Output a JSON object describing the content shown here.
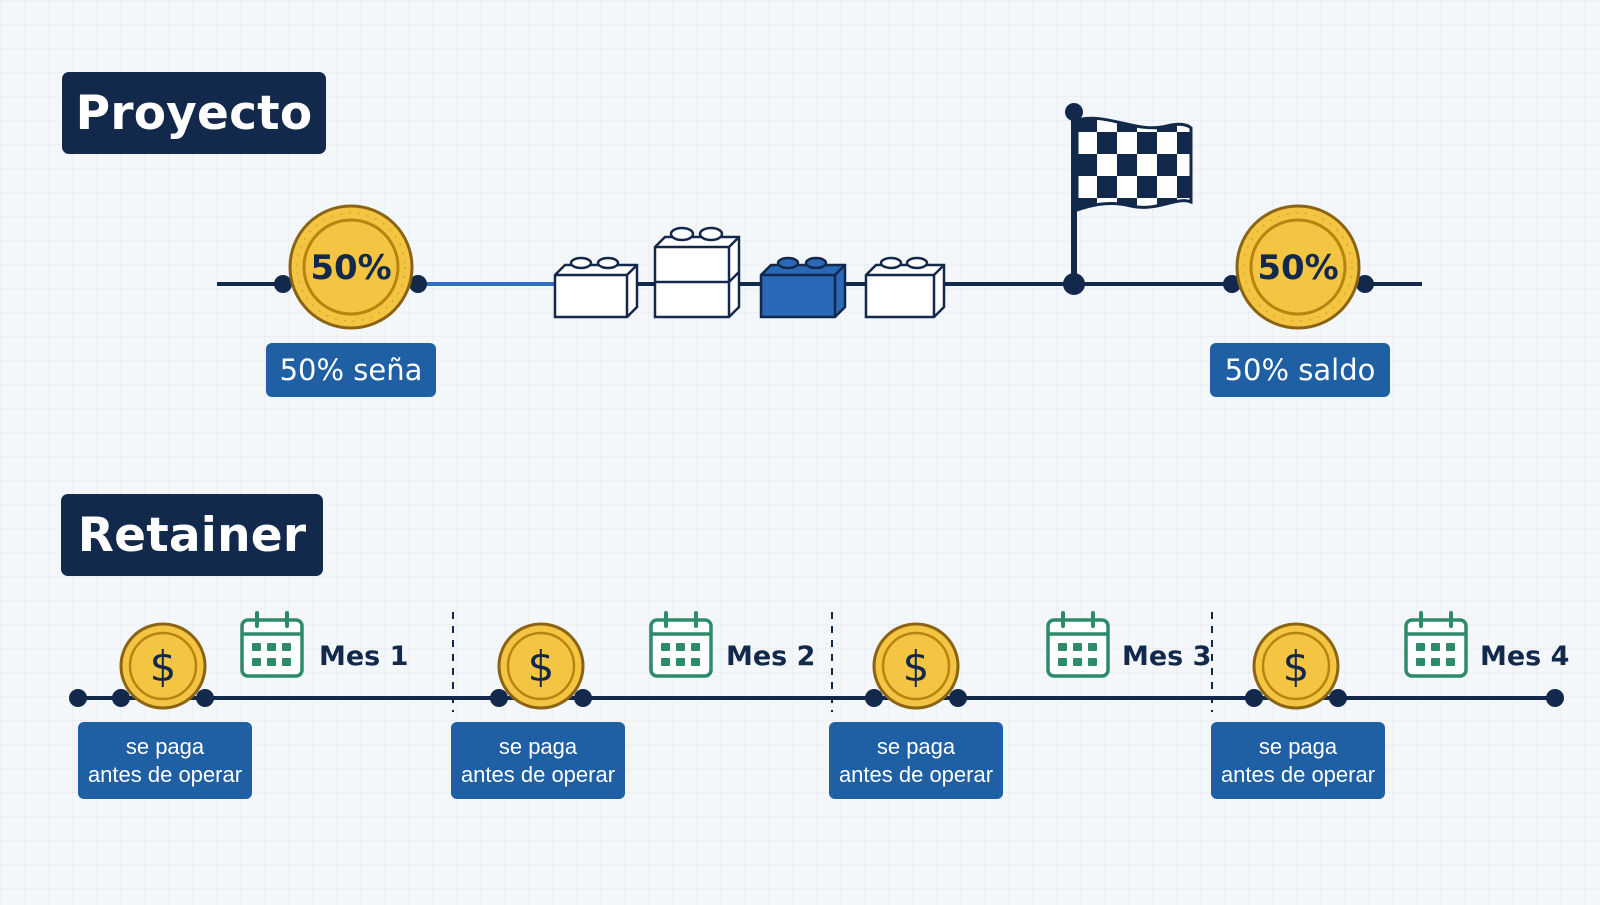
{
  "project": {
    "title": "Proyecto",
    "coin_start_text": "50%",
    "coin_end_text": "50%",
    "deposit_label": "50% seña",
    "balance_label": "50% saldo",
    "blocks": [
      "white",
      "white-tall",
      "blue",
      "white"
    ],
    "finish_icon": "checkered-flag-icon"
  },
  "retainer": {
    "title": "Retainer",
    "coin_text": "$",
    "months": [
      {
        "label": "Mes 1",
        "pay_line1": "se paga",
        "pay_line2": "antes de operar"
      },
      {
        "label": "Mes 2",
        "pay_line1": "se paga",
        "pay_line2": "antes de operar"
      },
      {
        "label": "Mes 3",
        "pay_line1": "se paga",
        "pay_line2": "antes de operar"
      },
      {
        "label": "Mes 4",
        "pay_line1": "se paga",
        "pay_line2": "antes de operar"
      }
    ],
    "calendar_icon": "calendar-icon"
  },
  "colors": {
    "navy": "#13294b",
    "blue": "#1f5fa3",
    "accent_line": "#2f6fbd",
    "coin_fill": "#f4c542",
    "coin_edge": "#c4901a",
    "calendar_green": "#2e8b6a",
    "background": "#f3f7fa"
  }
}
